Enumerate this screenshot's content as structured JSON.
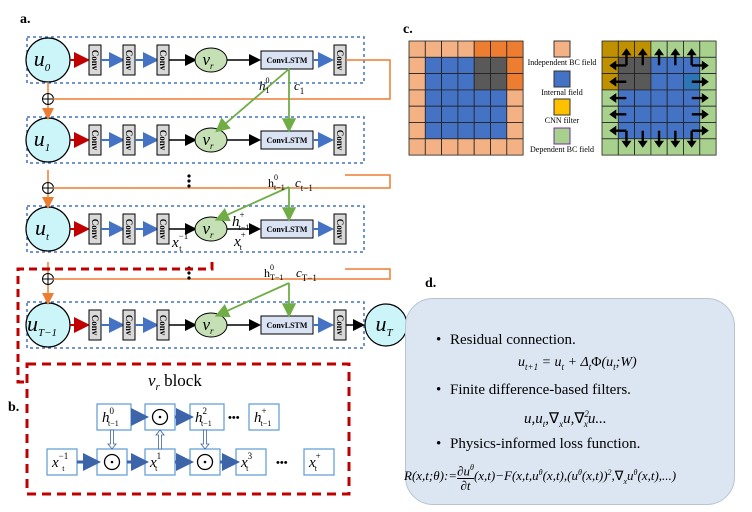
{
  "panel_labels": {
    "a": "a.",
    "b": "b.",
    "c": "c.",
    "d": "d."
  },
  "panel_a": {
    "rows": [
      {
        "input": "u",
        "input_sub": "0",
        "conv_labels": [
          "Conv",
          "Conv",
          "Conv"
        ],
        "vr": "v",
        "vr_sub": "r",
        "lstm": "ConvLSTM",
        "out_conv": "Conv"
      },
      {
        "input": "u",
        "input_sub": "1",
        "conv_labels": [
          "Conv",
          "Conv",
          "Conv"
        ],
        "vr": "v",
        "vr_sub": "r",
        "lstm": "ConvLSTM",
        "out_conv": "Conv"
      },
      {
        "input": "u",
        "input_sub": "t",
        "conv_labels": [
          "Conv",
          "Conv",
          "Conv"
        ],
        "vr": "v",
        "vr_sub": "r",
        "lstm": "ConvLSTM",
        "out_conv": "Conv"
      },
      {
        "input": "u",
        "input_sub": "T−1",
        "conv_labels": [
          "Conv",
          "Conv",
          "Conv"
        ],
        "vr": "v",
        "vr_sub": "r",
        "lstm": "ConvLSTM",
        "out_conv": "Conv"
      }
    ],
    "output_node": {
      "label": "u",
      "sub": "T"
    },
    "state_labels": [
      {
        "h": "h",
        "h_sup": "0",
        "h_sub": "1",
        "c": "c",
        "c_sub": "1"
      },
      {
        "h": "h",
        "h_sup": "0",
        "h_sub": "t−1",
        "c": "c",
        "c_sub": "t−1"
      },
      {
        "h": "h",
        "h_sup": "0",
        "h_sub": "T−1",
        "c": "c",
        "c_sub": "T−1"
      }
    ],
    "row_t_labels": {
      "x_in": "x",
      "x_in_sup": "−1",
      "x_in_sub": "t",
      "h_out": "h",
      "h_out_sup": "+",
      "h_out_sub": "t−1",
      "x_out": "x",
      "x_out_sup": "+",
      "x_out_sub": "t"
    },
    "ellipsis": "⋮",
    "sum_symbol": "⊕"
  },
  "panel_b": {
    "title_main": "v",
    "title_sub": "r",
    "title_rest": " block",
    "top_row": [
      {
        "type": "var",
        "base": "h",
        "sup": "0",
        "sub": "t−1"
      },
      {
        "type": "op",
        "symbol": "⊙"
      },
      {
        "type": "var",
        "base": "h",
        "sup": "2",
        "sub": "t−1"
      },
      {
        "type": "var",
        "base": "h",
        "sup": "+",
        "sub": "t−1"
      }
    ],
    "bottom_row": [
      {
        "type": "var",
        "base": "x",
        "sup": "−1",
        "sub": "t"
      },
      {
        "type": "op",
        "symbol": "⊙"
      },
      {
        "type": "var",
        "base": "x",
        "sup": "1",
        "sub": "t"
      },
      {
        "type": "op",
        "symbol": "⊙"
      },
      {
        "type": "var",
        "base": "x",
        "sup": "3",
        "sub": "t"
      },
      {
        "type": "var",
        "base": "x",
        "sup": "+",
        "sub": "t"
      }
    ],
    "ellipsis": "•••"
  },
  "panel_c": {
    "legend": [
      {
        "label": "Independent BC field",
        "color": "#f4b183"
      },
      {
        "label": "Internal field",
        "color": "#4472c4"
      },
      {
        "label": "CNN filter",
        "color": "#ffc000"
      },
      {
        "label": "Dependent BC field",
        "color": "#a9d18e"
      }
    ],
    "grid_size": 7,
    "colors": {
      "independent_bc": "#f4b183",
      "independent_bc_dark": "#ed7d31",
      "internal": "#4472c4",
      "filter_overlap": "#595959",
      "filter_dark": "#bf9000",
      "dependent_bc": "#a9d18e",
      "internal_edge": "#2e75b6"
    }
  },
  "panel_d": {
    "items": [
      {
        "text": "Residual connection.",
        "equation": "u_{t+1} = u_t + Δ_t Φ(u_t; W)"
      },
      {
        "text": "Finite difference-based filters.",
        "equation": "u, u_t, ∇_x u, ∇_x^2 u..."
      },
      {
        "text": "Physics-informed loss function.",
        "equation": "R(x,t;θ) := ∂u^θ/∂t (x,t) − F(x,t,u^θ(x,t),(u^θ(x,t))^2, ∇_x u^θ(x,t),...)"
      }
    ]
  }
}
